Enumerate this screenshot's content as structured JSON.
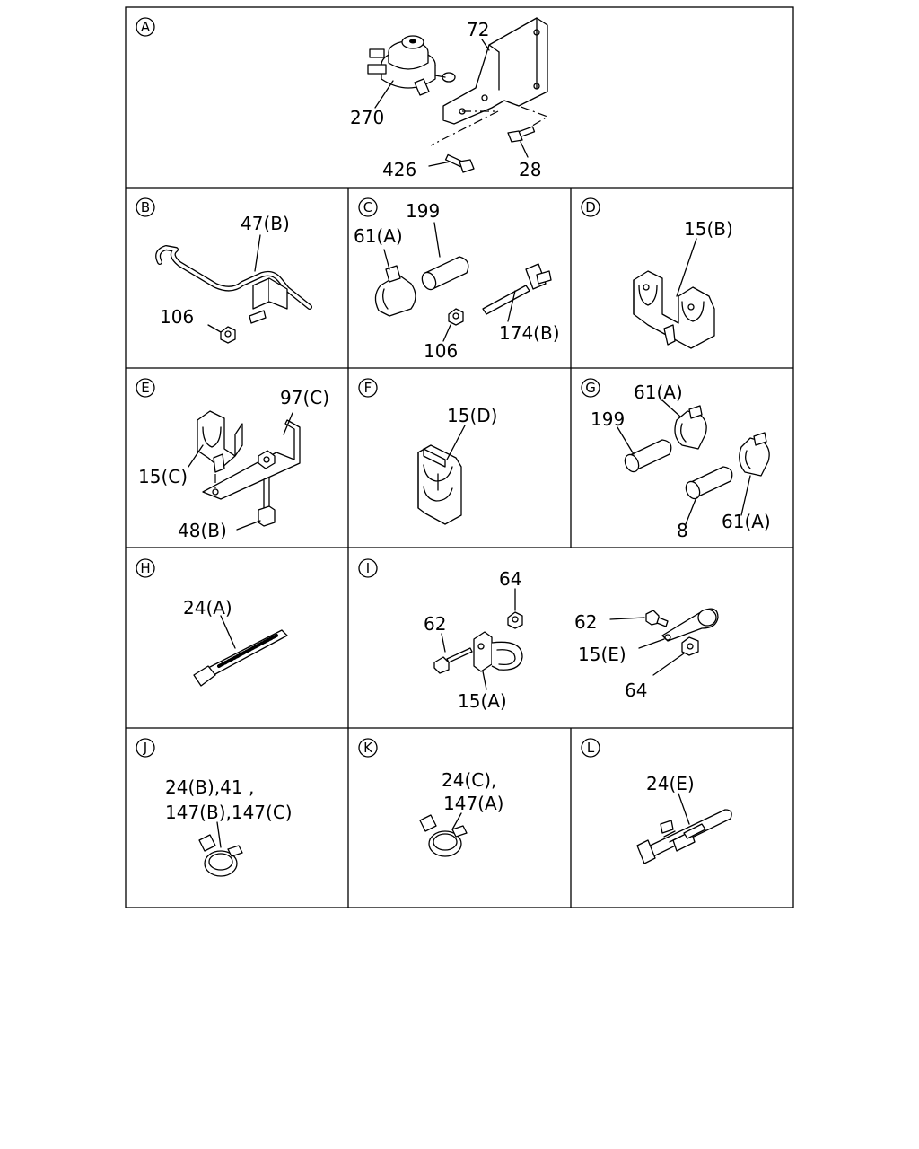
{
  "sections": [
    {
      "letter": "A",
      "labels": [
        "72",
        "270",
        "426",
        "28"
      ]
    },
    {
      "letter": "B",
      "labels": [
        "47(B)",
        "106"
      ]
    },
    {
      "letter": "C",
      "labels": [
        "199",
        "61(A)",
        "106",
        "174(B)"
      ]
    },
    {
      "letter": "D",
      "labels": [
        "15(B)"
      ]
    },
    {
      "letter": "E",
      "labels": [
        "97(C)",
        "15(C)",
        "48(B)"
      ]
    },
    {
      "letter": "F",
      "labels": [
        "15(D)"
      ]
    },
    {
      "letter": "G",
      "labels": [
        "61(A)",
        "199",
        "8",
        "61(A)"
      ]
    },
    {
      "letter": "H",
      "labels": [
        "24(A)"
      ]
    },
    {
      "letter": "I",
      "labels": [
        "64",
        "62",
        "15(A)",
        "62",
        "15(E)",
        "64"
      ]
    },
    {
      "letter": "J",
      "labels": [
        "24(B),41 ,",
        "147(B),147(C)"
      ]
    },
    {
      "letter": "K",
      "labels": [
        "24(C),",
        "147(A)"
      ]
    },
    {
      "letter": "L",
      "labels": [
        "24(E)"
      ]
    }
  ]
}
